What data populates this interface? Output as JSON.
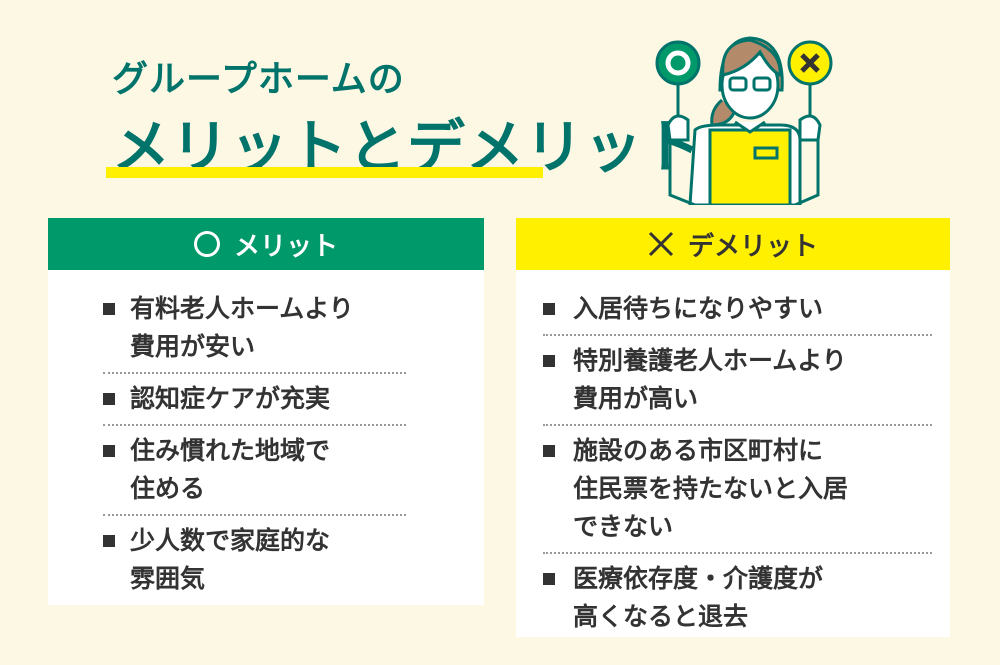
{
  "title": {
    "line1": "グループホームの",
    "line2": "メリットとデメリット"
  },
  "colors": {
    "title": "#00736a",
    "merit": "#009a6a",
    "demerit": "#fff000",
    "background": "#fdf8e4"
  },
  "merit": {
    "icon": "circle-icon",
    "label": "メリット",
    "items": [
      "有料老人ホームより\n費用が安い",
      "認知症ケアが充実",
      "住み慣れた地域で\n住める",
      "少人数で家庭的な\n雰囲気"
    ]
  },
  "demerit": {
    "icon": "cross-icon",
    "label": "デメリット",
    "items": [
      "入居待ちになりやすい",
      "特別養護老人ホームより\n費用が高い",
      "施設のある市区町村に\n住民票を持たないと入居\nできない",
      "医療依存度・介護度が\n高くなると退去"
    ]
  }
}
